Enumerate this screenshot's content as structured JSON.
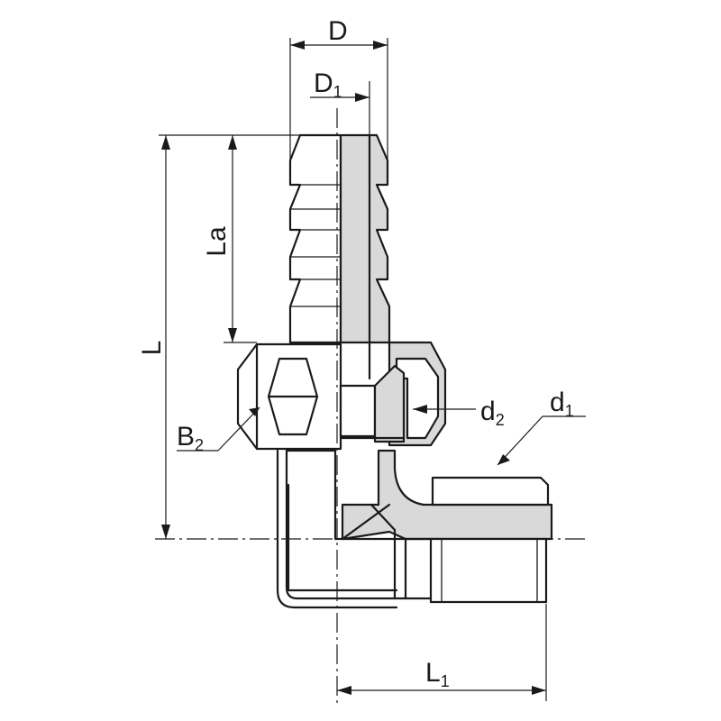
{
  "labels": {
    "D": "D",
    "D1_main": "D",
    "D1_sub": "1",
    "L": "L",
    "La": "La",
    "B2_main": "B",
    "B2_sub": "2",
    "d2_main": "d",
    "d2_sub": "2",
    "d1_main": "d",
    "d1_sub": "1",
    "L1_main": "L",
    "L1_sub": "1"
  }
}
